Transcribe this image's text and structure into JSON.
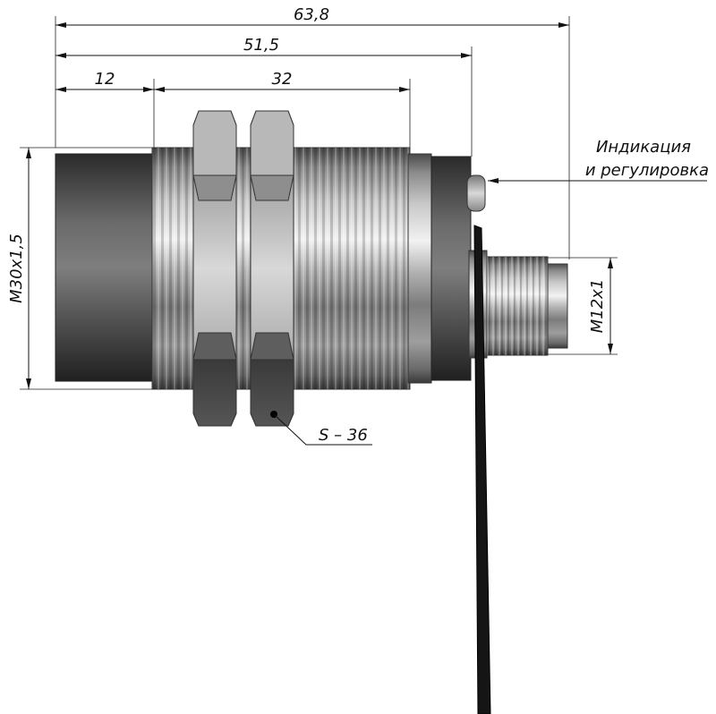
{
  "dimensions": {
    "overall_length": "63,8",
    "body_length": "51,5",
    "sensing_face_length": "12",
    "thread_length": "32",
    "body_thread": "M30x1,5",
    "connector_thread": "M12x1",
    "nut_size": "S – 36"
  },
  "notes": {
    "indicator_line1": "Индикация",
    "indicator_line2": "и регулировка"
  }
}
